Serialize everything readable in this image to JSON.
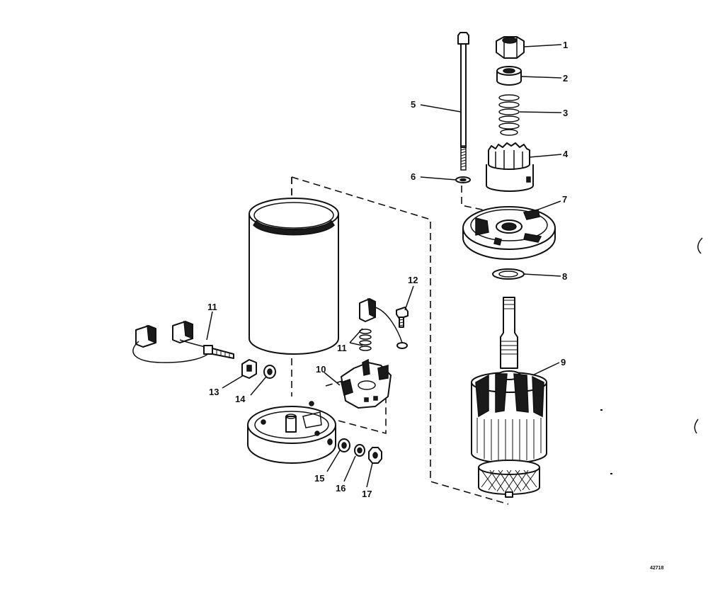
{
  "figure_number": "42718",
  "callouts": [
    {
      "id": "1",
      "label": "1"
    },
    {
      "id": "2",
      "label": "2"
    },
    {
      "id": "3",
      "label": "3"
    },
    {
      "id": "4",
      "label": "4"
    },
    {
      "id": "5",
      "label": "5"
    },
    {
      "id": "6",
      "label": "6"
    },
    {
      "id": "7",
      "label": "7"
    },
    {
      "id": "8",
      "label": "8"
    },
    {
      "id": "9",
      "label": "9"
    },
    {
      "id": "10",
      "label": "10"
    },
    {
      "id": "11a",
      "label": "11"
    },
    {
      "id": "11b",
      "label": "11"
    },
    {
      "id": "12",
      "label": "12"
    },
    {
      "id": "13",
      "label": "13"
    },
    {
      "id": "14",
      "label": "14"
    },
    {
      "id": "15",
      "label": "15"
    },
    {
      "id": "16",
      "label": "16"
    },
    {
      "id": "17",
      "label": "17"
    }
  ]
}
